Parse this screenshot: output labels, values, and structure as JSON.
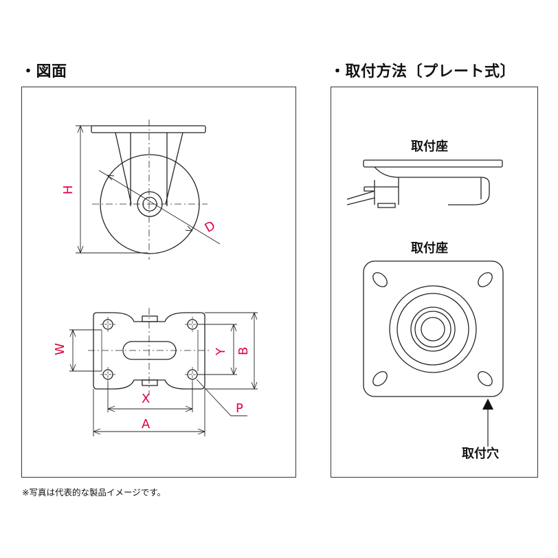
{
  "headings": {
    "drawing": "・図面",
    "mounting": "・取付方法〔プレート式〕"
  },
  "dimensions": {
    "H": "H",
    "D": "D",
    "W": "W",
    "X": "X",
    "Y": "Y",
    "B": "B",
    "A": "A",
    "P": "P"
  },
  "mounting_labels": {
    "seat_side": "取付座",
    "seat_top": "取付座",
    "hole": "取付穴"
  },
  "footnote": "※写真は代表的な製品イメージです。",
  "colors": {
    "dimension_text": "#e0003c",
    "line": "#222222"
  }
}
